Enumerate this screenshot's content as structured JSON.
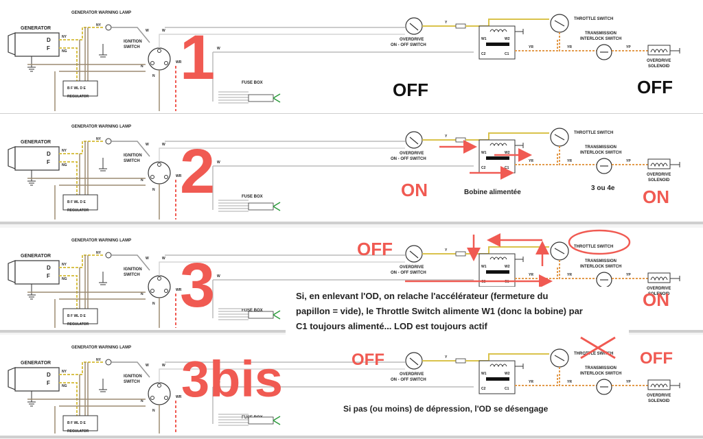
{
  "labels": {
    "generator": "GENERATOR",
    "generator_warning_lamp": "GENERATOR WARNING LAMP",
    "ignition_switch_1": "IGNITION",
    "ignition_switch_2": "SWITCH",
    "fuse_box": "FUSE BOX",
    "overdrive_switch_1": "OVERDRIVE",
    "overdrive_switch_2": "ON - OFF SWITCH",
    "throttle_switch": "THROTTLE SWITCH",
    "transmission_interlock_1": "TRANSMISSION",
    "transmission_interlock_2": "INTERLOCK SWITCH",
    "overdrive_solenoid_1": "OVERDRIVE",
    "overdrive_solenoid_2": "SOLENOID",
    "regulator": "REGULATOR",
    "wire_ny": "NY",
    "wire_ng": "NG",
    "wire_y": "Y",
    "wire_yr": "YR",
    "wire_yp": "YP",
    "wire_w": "W",
    "wire_n": "N",
    "wire_wr": "WR",
    "term_d": "D",
    "term_f": "F",
    "term_w1": "W1",
    "term_w2": "W2",
    "term_c1": "C1",
    "term_c2": "C2",
    "reg_terms": "B  F  WL D  E"
  },
  "panels": [
    {
      "number": "1",
      "left_state": "",
      "right_state": "OFF",
      "od_state": "OFF"
    },
    {
      "number": "2",
      "left_state": "",
      "right_state": "ON",
      "od_state": "ON",
      "coil_note": "Bobine alimentée",
      "gear_note": "3 ou 4e"
    },
    {
      "number": "3",
      "left_state": "OFF",
      "right_state": "ON",
      "od_state": "",
      "note_lines": [
        "Si, en enlevant l'OD, on relache l'accélérateur (fermeture du",
        "papillon = vide), le Throttle Switch alimente W1 (donc la bobine) par",
        "C1 toujours alimenté...  LOD est toujours actif"
      ]
    },
    {
      "number": "3bis",
      "left_state": "OFF",
      "right_state": "OFF",
      "od_state": "",
      "note_lines": [
        "Si pas (ou moins) de dépression, l'OD se désengage"
      ]
    }
  ],
  "colors": {
    "accent_red": "#f05a52",
    "dark_text": "#111111",
    "wire_gray": "#8a8a8a",
    "wire_brown": "#9c8a70",
    "wire_yellow": "#d9c24a",
    "wire_orange": "#e39a4a"
  }
}
